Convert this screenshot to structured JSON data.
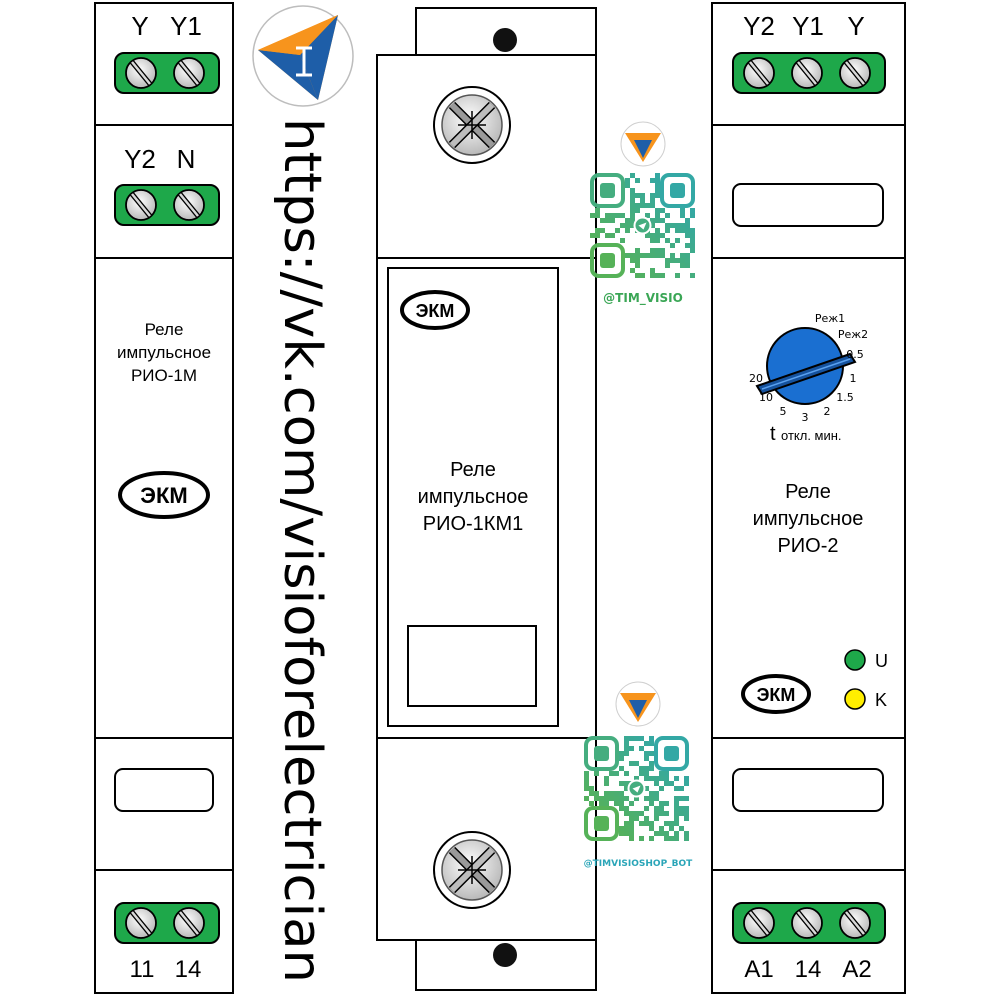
{
  "url_vertical": "https://vk.com/visioforelectrician",
  "left_device": {
    "top_terminals_labels": [
      "Y",
      "Y1"
    ],
    "mid_terminals_labels": [
      "Y2",
      "N"
    ],
    "title_lines": [
      "Реле",
      "импульсное",
      "РИО-1М"
    ],
    "brand": "ЭКМ",
    "bottom_terminals_labels": [
      "11",
      "14"
    ]
  },
  "center_device": {
    "brand": "ЭКМ",
    "title_lines": [
      "Реле",
      "импульсное",
      "РИО-1КМ1"
    ]
  },
  "right_device": {
    "top_terminals_labels": [
      "Y2",
      "Y1",
      "Y"
    ],
    "dial": {
      "scale_labels": [
        "Реж1",
        "Реж2",
        "0.5",
        "1",
        "1.5",
        "2",
        "3",
        "5",
        "10",
        "20"
      ],
      "caption_main": "t",
      "caption_sub": "откл. мин."
    },
    "title_lines": [
      "Реле",
      "импульсное",
      "РИО-2"
    ],
    "brand": "ЭКМ",
    "indicators": [
      {
        "label": "U",
        "color": "#1ea84a"
      },
      {
        "label": "K",
        "color": "#ffee00"
      }
    ],
    "bottom_terminals_labels": [
      "A1",
      "14",
      "A2"
    ]
  },
  "qr_top_caption": "@TIM_VISIO",
  "qr_bottom_caption": "@TIMVISIOSHOP_BOT",
  "colors": {
    "terminal_green": "#1ea84a",
    "dial_blue": "#1a6fd1",
    "logo_orange": "#f7941d",
    "logo_blue": "#1e5ea8",
    "qr_green": "#3aa655",
    "qr_teal": "#2aa5b8"
  }
}
